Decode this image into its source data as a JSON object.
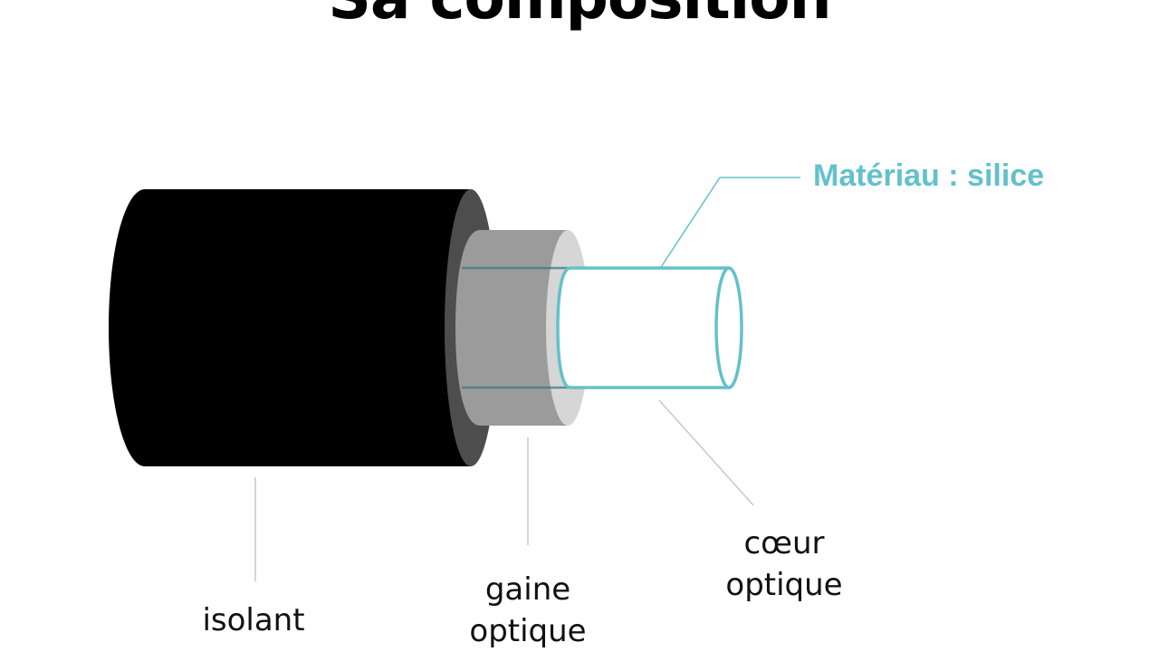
{
  "page": {
    "title": "Sa composition"
  },
  "colors": {
    "accent": "#63c1cb",
    "jacket": "#000000",
    "jacket_edge": "#4d4d4d",
    "cladding": "#9b9b9b",
    "cladding_face": "#d6d6d6",
    "leader_line": "#c8c8c8"
  },
  "callouts": {
    "material": "Matériau : silice"
  },
  "labels": {
    "isolant": "isolant",
    "gaine": [
      "gaine",
      "optique"
    ],
    "coeur": [
      "cœur",
      "optique"
    ]
  }
}
